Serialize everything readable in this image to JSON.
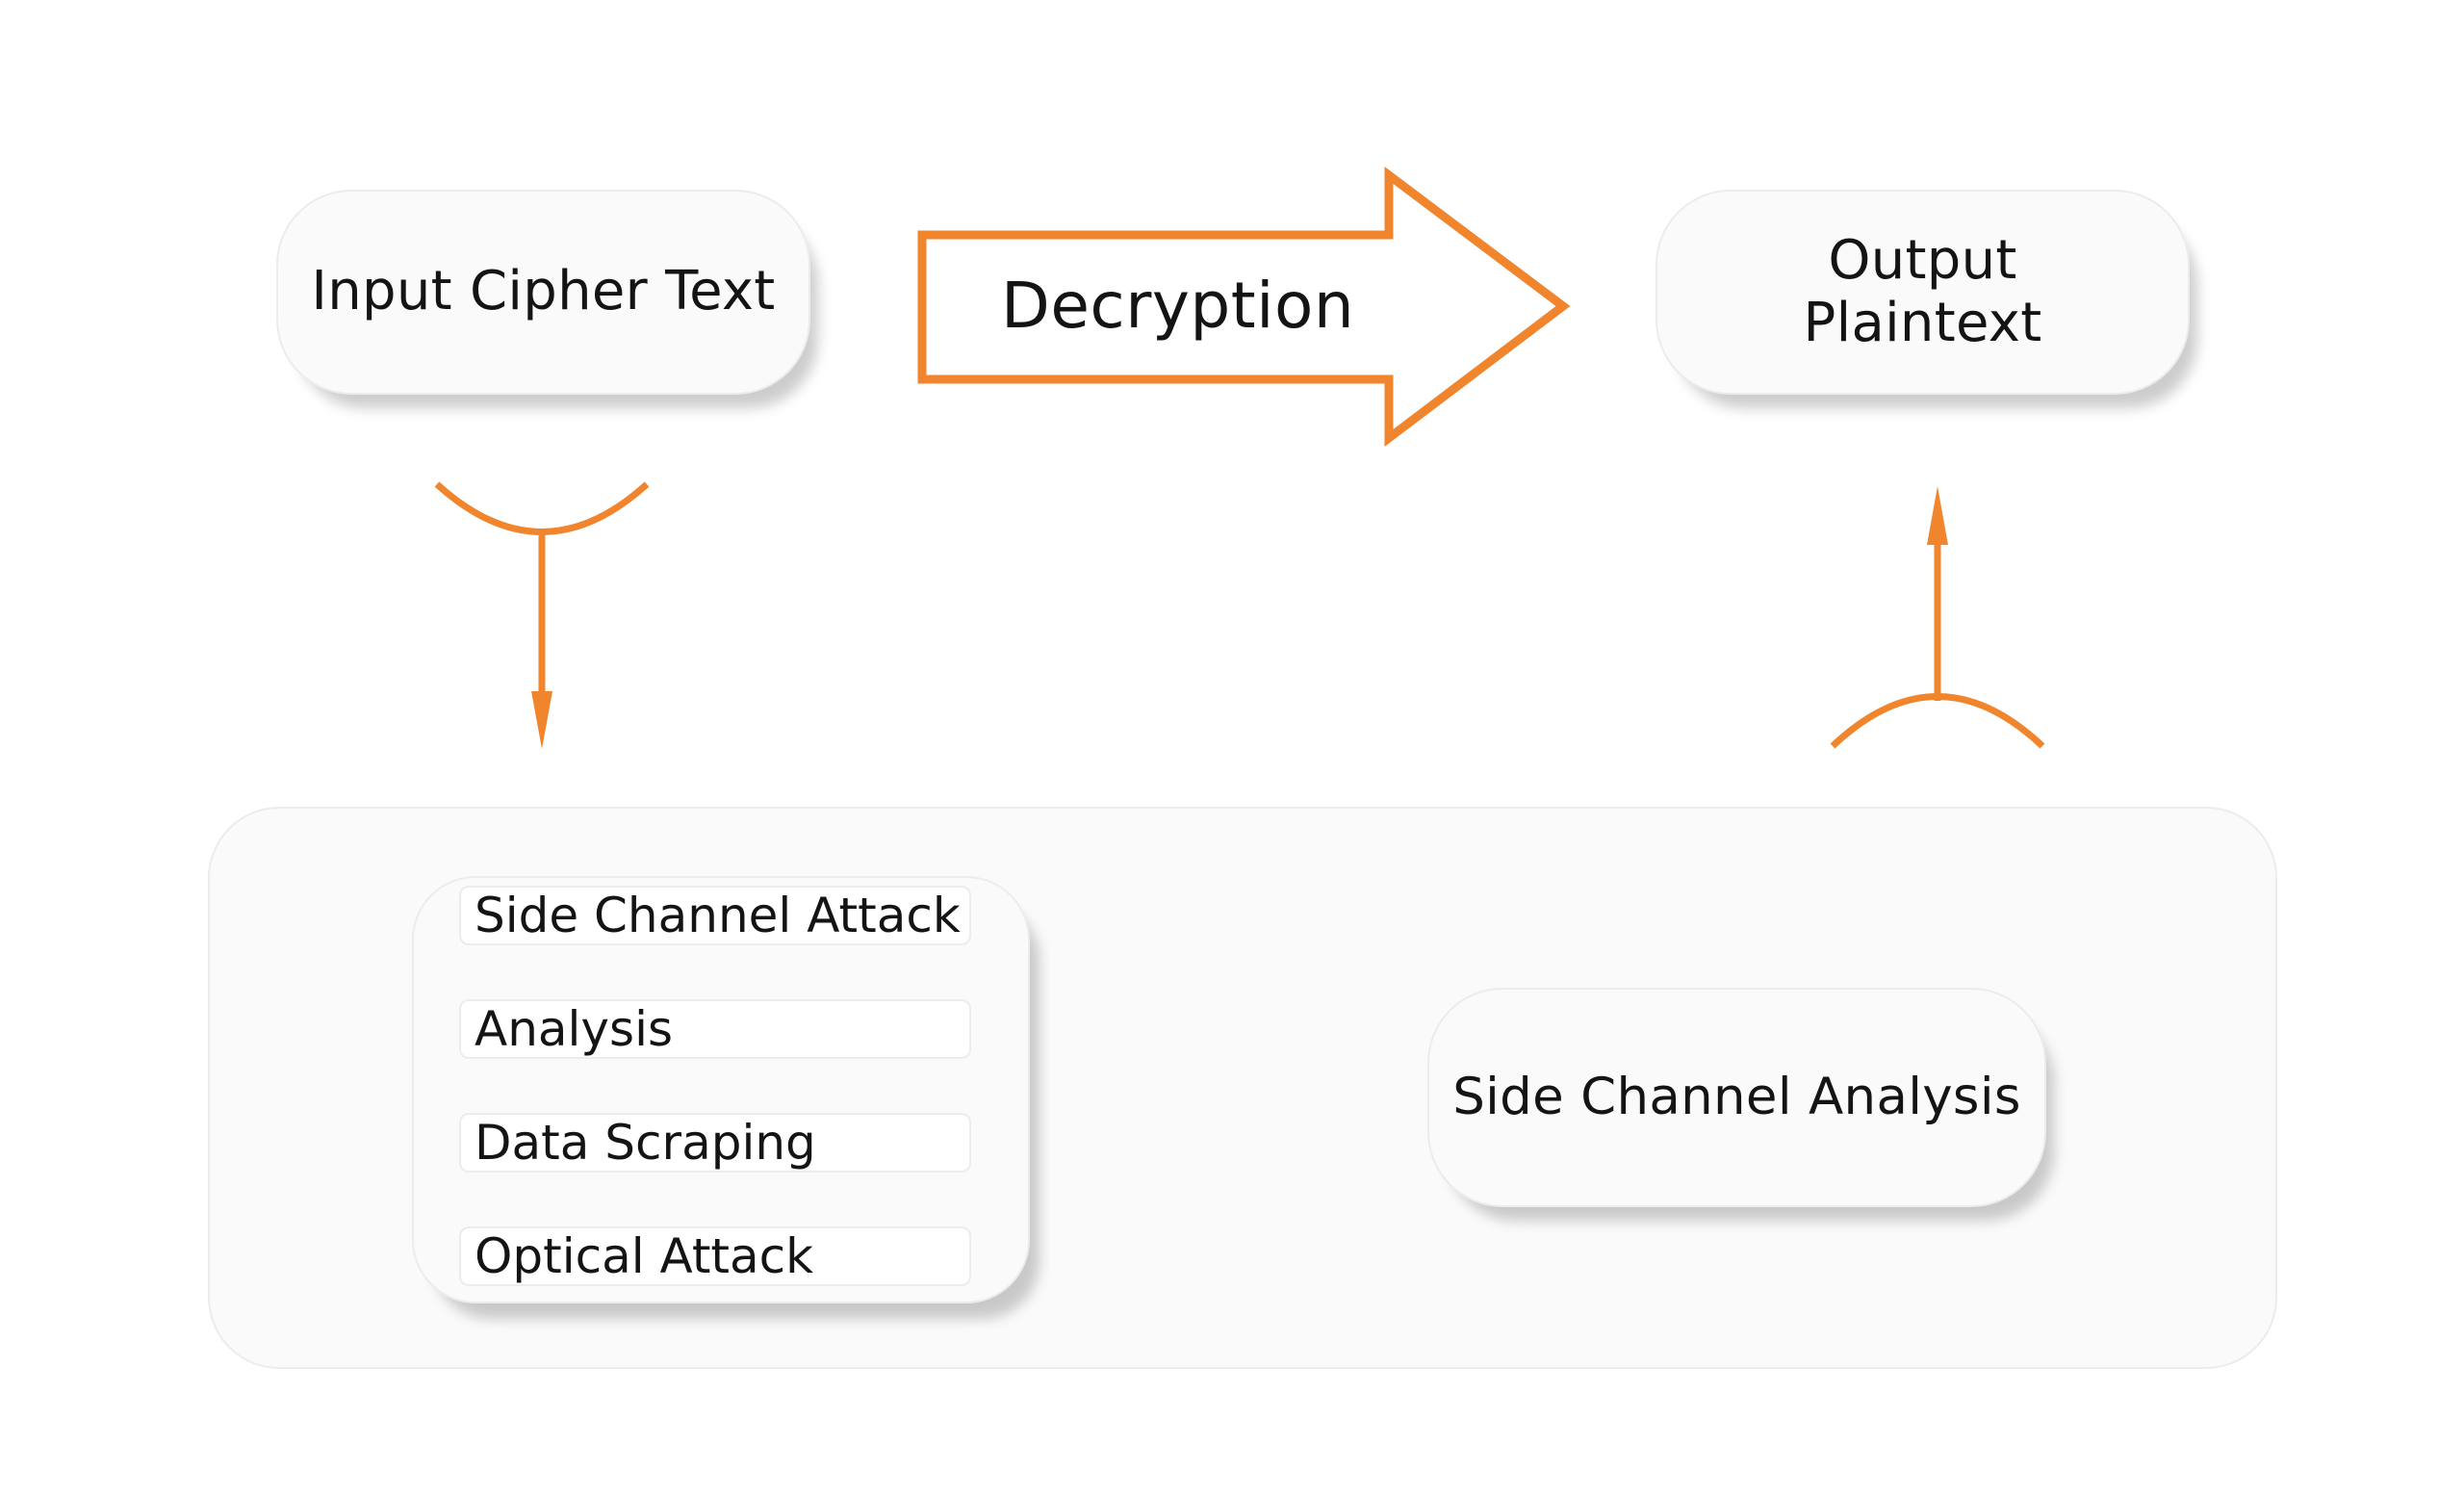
{
  "colors": {
    "accent": "#f0852d",
    "card_background": "#fbfafb",
    "card_border": "#ececec",
    "text": "#141414"
  },
  "nodes": {
    "input": "Input Cipher Text",
    "output": "Output\nPlaintext",
    "process": "Decryption",
    "analysis_result": "Side Channel Analysis"
  },
  "steps": [
    "Side Channel Attack",
    "Analysis",
    "Data Scraping",
    "Optical Attack"
  ]
}
